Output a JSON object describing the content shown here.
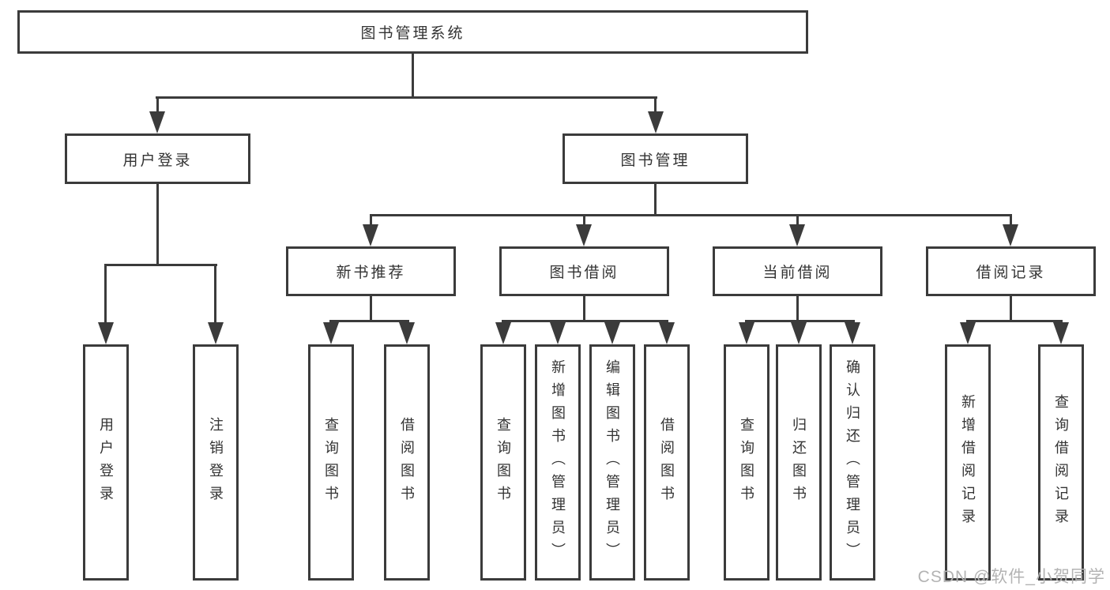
{
  "diagram": {
    "root": {
      "label": "图书管理系统"
    },
    "branches": [
      {
        "label": "用户登录",
        "children": [
          {
            "label": "用户登录"
          },
          {
            "label": "注销登录"
          }
        ]
      },
      {
        "label": "图书管理",
        "children": [
          {
            "label": "新书推荐",
            "children": [
              {
                "label": "查询图书"
              },
              {
                "label": "借阅图书"
              }
            ]
          },
          {
            "label": "图书借阅",
            "children": [
              {
                "label": "查询图书"
              },
              {
                "label": "新增图书（管理员）"
              },
              {
                "label": "编辑图书（管理员）"
              },
              {
                "label": "借阅图书"
              }
            ]
          },
          {
            "label": "当前借阅",
            "children": [
              {
                "label": "查询图书"
              },
              {
                "label": "归还图书"
              },
              {
                "label": "确认归还（管理员）"
              }
            ]
          },
          {
            "label": "借阅记录",
            "children": [
              {
                "label": "新增借阅记录"
              },
              {
                "label": "查询借阅记录"
              }
            ]
          }
        ]
      }
    ]
  },
  "watermark": {
    "text": "CSDN @软件_小贺同学",
    "color": "#b3b3b3"
  },
  "colors": {
    "line": "#3b3b3b",
    "text": "#333333",
    "background": "#ffffff"
  }
}
